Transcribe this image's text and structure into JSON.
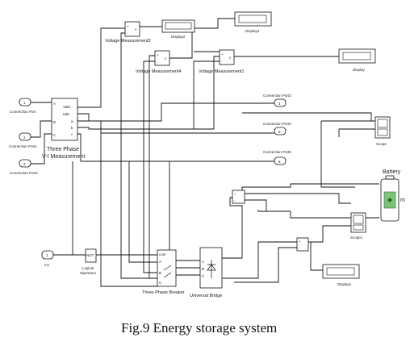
{
  "caption": "Fig.9 Energy storage system",
  "labels": {
    "vm3": "Voltage Measurement3",
    "vm4": "Voltage Measurement4",
    "vm1": "Voltage Measurement1",
    "display2": "Display2",
    "display3": "Display3",
    "display": "Display",
    "display1": "Display1",
    "conn_port_top": "Connection Port",
    "conn_port_mid": "Connection Port1",
    "conn_port_bot": "Connection Port2",
    "conn_port3": "Connection Port3",
    "conn_port4": "Connection Port4",
    "conn_port5": "Connection Port5",
    "three_phase_meas_1": "Three Phase",
    "three_phase_meas_2": "V-I Measurement",
    "scope": "Scope",
    "scope1": "Scope1",
    "battery": "Battery",
    "battery_m": "m",
    "in1": "In1",
    "logical_op": "Logical",
    "logical_op2": "Operator1",
    "not_txt": "NOT",
    "breaker": "Three-Phase Breaker",
    "bridge": "Universal Bridge",
    "com": "com",
    "vabc": "Vabc",
    "iabc": "Iabc",
    "port_a": "A",
    "port_b": "B",
    "port_c": "C",
    "port_a_out": "a",
    "port_b_out": "b",
    "port_c_out": "c",
    "plus": "+",
    "minus": "-",
    "v": "v",
    "n1": "1",
    "n2": "2",
    "n3": "3",
    "n4": "4",
    "n5": "5",
    "n6": "6"
  }
}
